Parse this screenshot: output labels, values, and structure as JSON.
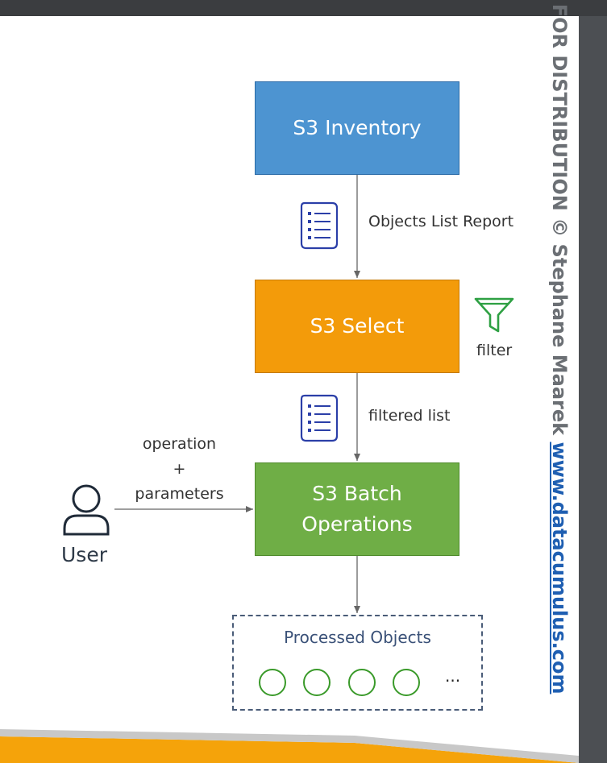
{
  "nodes": {
    "inventory": "S3 Inventory",
    "select": "S3 Select",
    "batch": "S3 Batch\nOperations"
  },
  "labels": {
    "objects_list_report": "Objects List Report",
    "filter": "filter",
    "filtered_list": "filtered list",
    "operation_parameters": "operation\n+\nparameters",
    "user": "User"
  },
  "processed": {
    "title": "Processed Objects",
    "ellipsis": "..."
  },
  "watermark": {
    "text": "T FOR DISTRIBUTION © Stephane Maarek ",
    "link": "www.datacumulus.com"
  },
  "icons": {
    "list_doc": "document-list-icon",
    "funnel": "filter-funnel-icon",
    "user": "user-icon",
    "object": "object-circle-icon"
  },
  "colors": {
    "inventory": "#4d94d1",
    "select": "#f39b0a",
    "batch": "#6fae46",
    "funnel": "#2ea043",
    "doc_icon": "#2b3fa8",
    "object_circle": "#3a9a2a",
    "accent_band": "#f5a30a"
  }
}
